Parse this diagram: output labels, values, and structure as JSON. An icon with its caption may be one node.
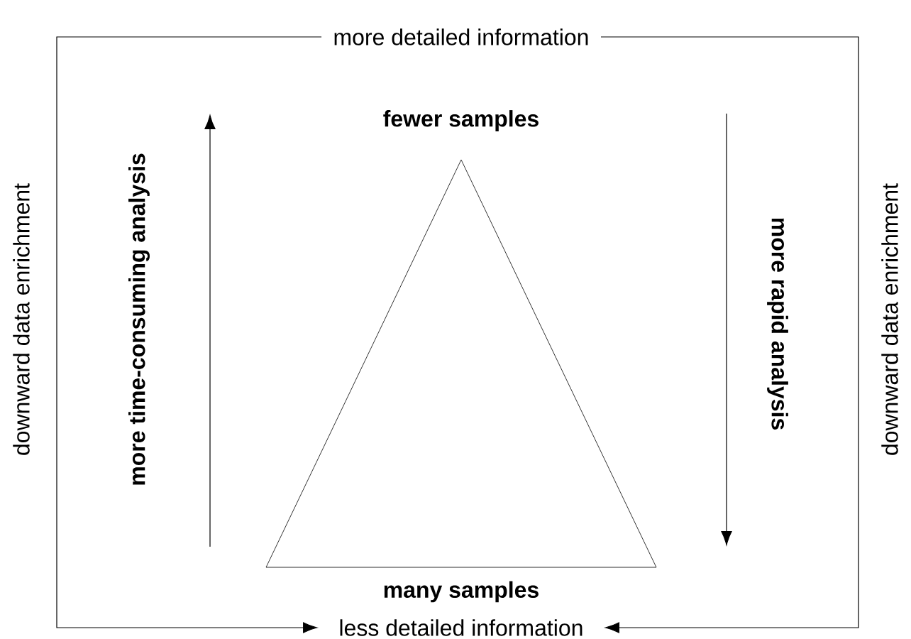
{
  "diagram": {
    "nodes": [
      {
        "text": [
          "more detailed information"
        ]
      },
      {
        "text": [
          "less detailed information"
        ]
      },
      {
        "text": [],
        "shape": "triangle",
        "beside": [
          "fewer samples",
          "many samples"
        ]
      }
    ],
    "edges": [
      {
        "from": 0,
        "to": 1,
        "arrow": "to"
      },
      {
        "from": 0,
        "to": 1,
        "arrow": "to"
      }
    ],
    "labels": [
      "downward data enrichment",
      "more time-consuming analysis",
      "more rapid analysis",
      "downward data enrichment"
    ]
  }
}
